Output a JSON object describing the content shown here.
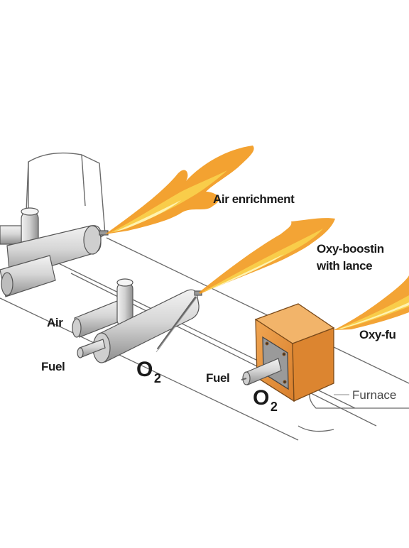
{
  "labels": {
    "air_enrichment": "Air enrichment",
    "oxy_boosting_line1": "Oxy-boostin",
    "oxy_boosting_line2": "with lance",
    "oxy_fuel": "Oxy-fu",
    "air": "Air",
    "fuel_left": "Fuel",
    "fuel_right": "Fuel",
    "o2_left_main": "O",
    "o2_left_sub": "2",
    "o2_right_main": "O",
    "o2_right_sub": "2",
    "furnace": "Furnace"
  },
  "colors": {
    "flame_outer": "#f39c1f",
    "flame_mid": "#f8c23a",
    "flame_core": "#fff3a8",
    "pipe_light": "#e8e8e8",
    "pipe_mid": "#bdbdbd",
    "pipe_dark": "#8c8c8c",
    "burner_block": "#e9953f",
    "burner_block_light": "#f2b46a",
    "burner_block_dark": "#c97424",
    "outline": "#555555"
  }
}
